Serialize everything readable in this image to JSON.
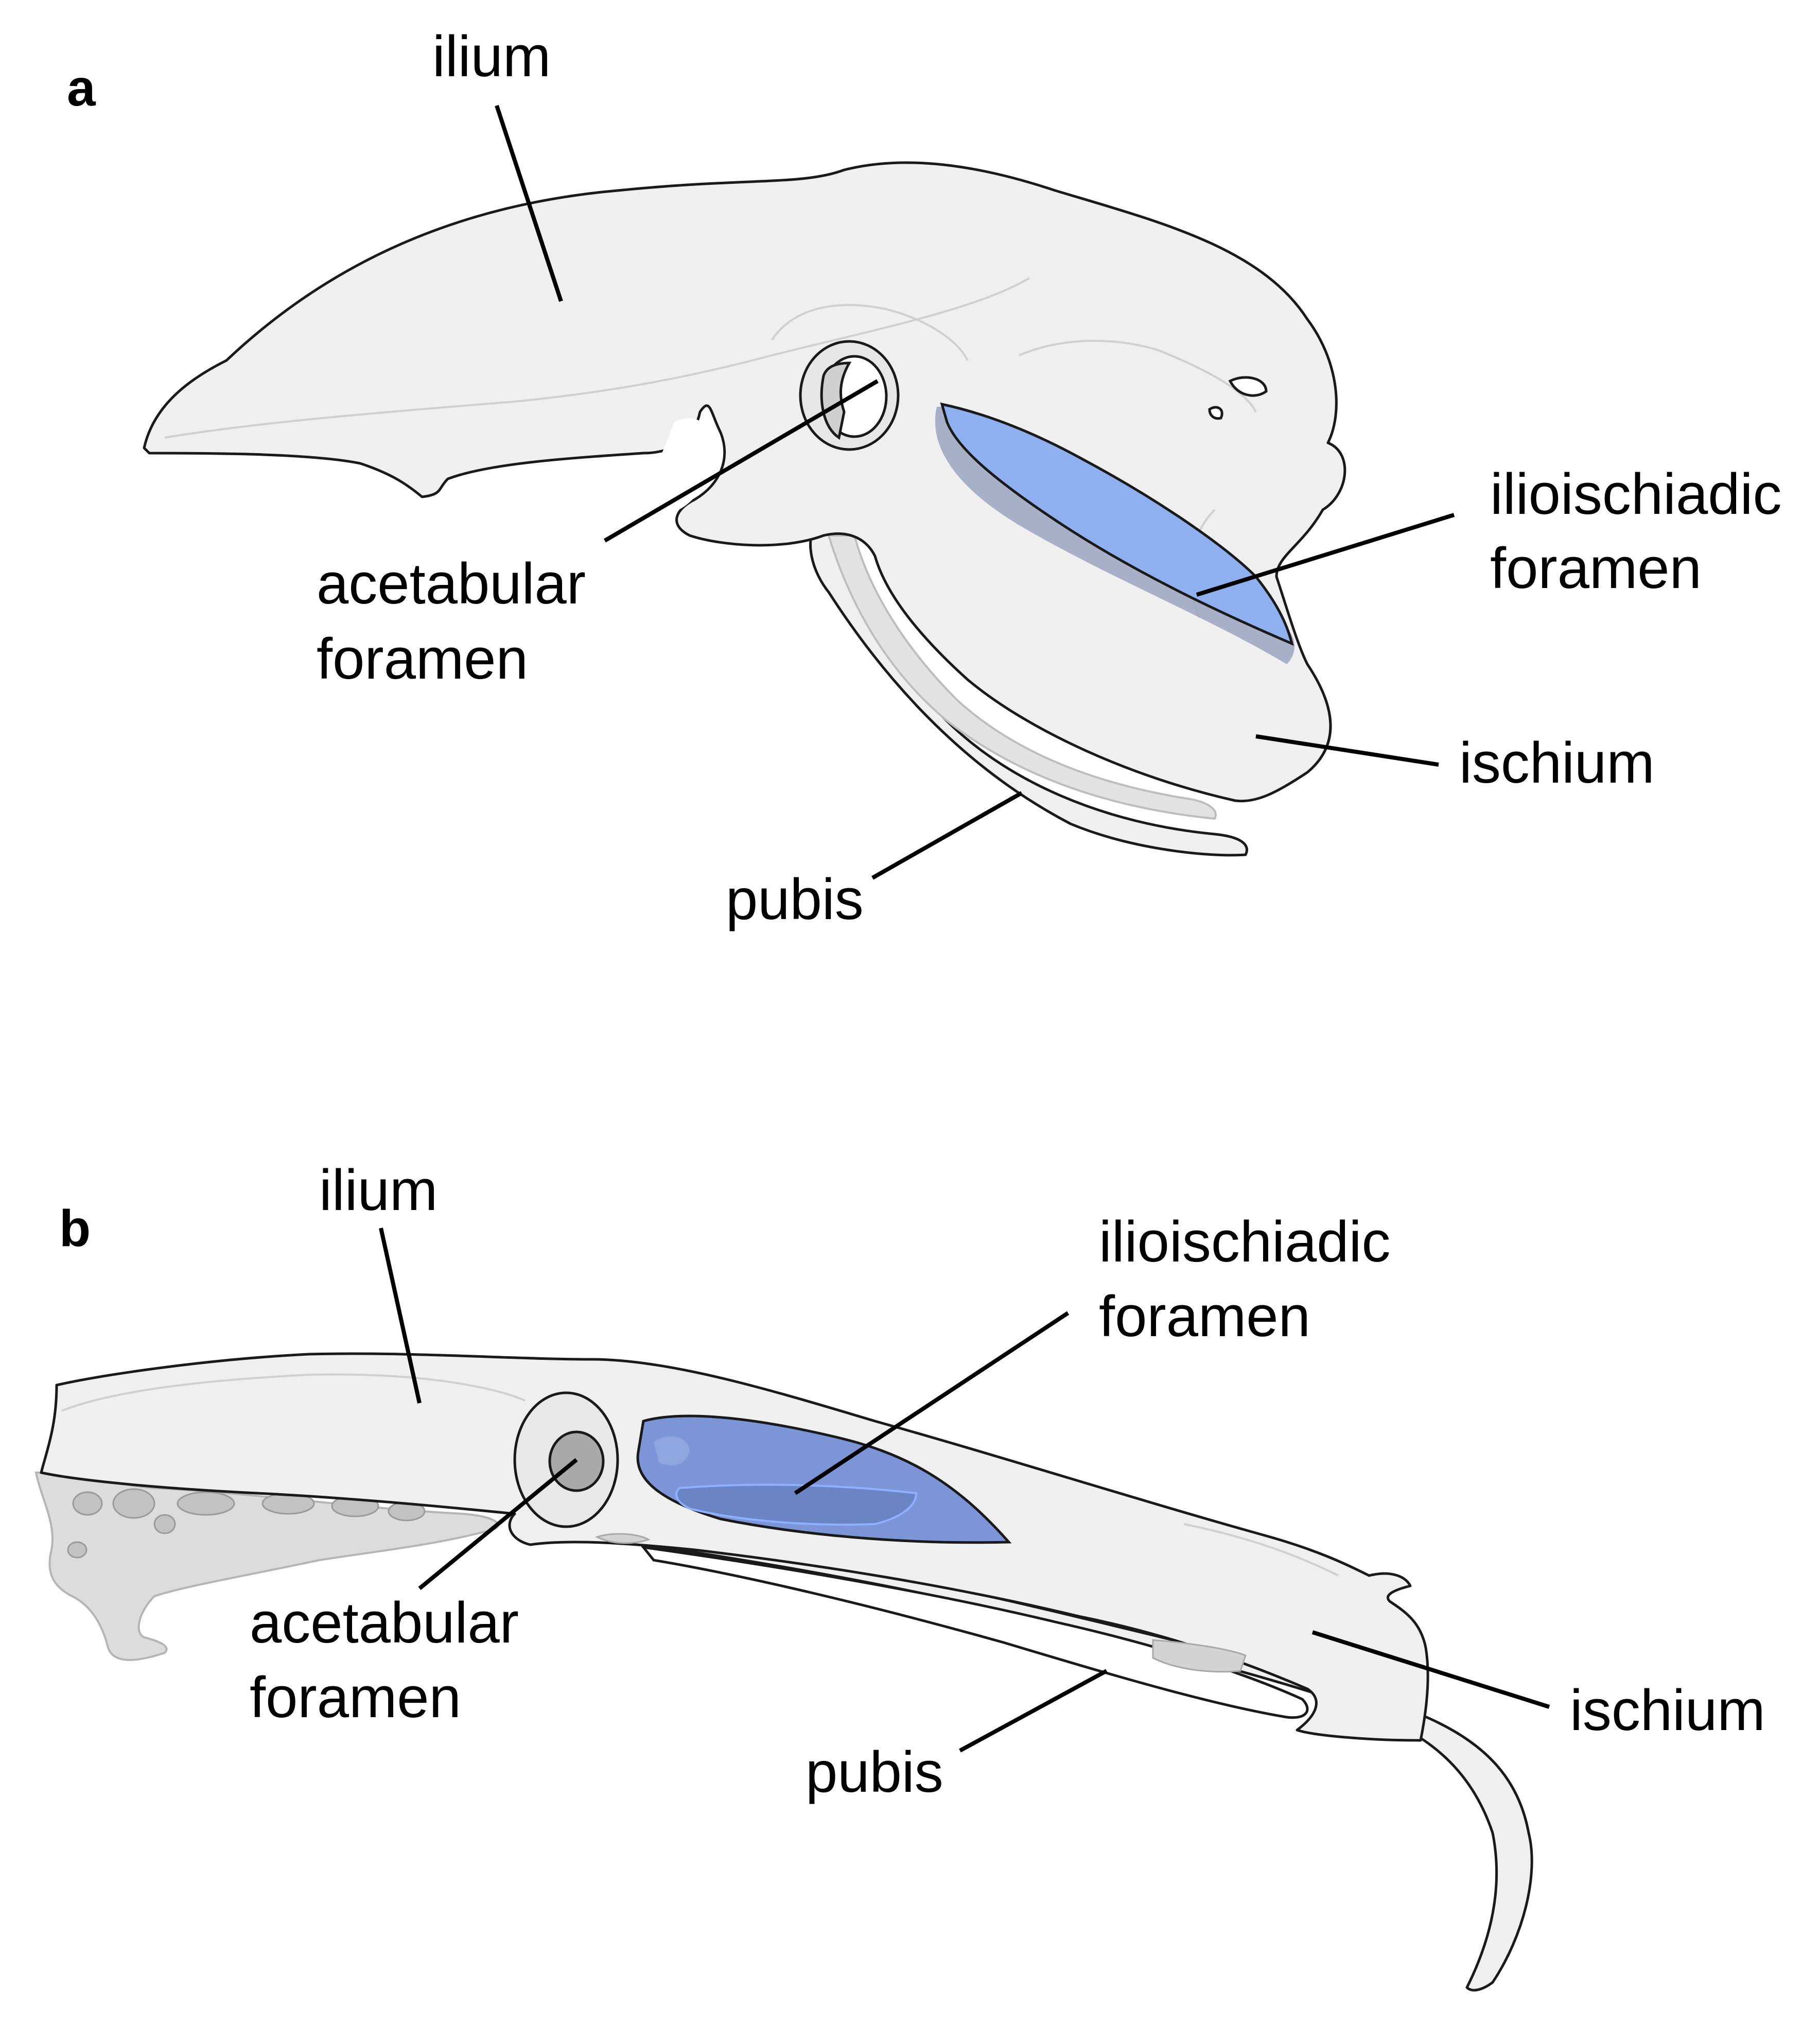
{
  "panels": [
    {
      "letter": "a",
      "labels": {
        "ilium": "ilium",
        "acetabular_line1": "acetabular",
        "acetabular_line2": "foramen",
        "ilioischiadic_line1": "ilioischiadic",
        "ilioischiadic_line2": "foramen",
        "ischium": "ischium",
        "pubis": "pubis"
      },
      "colors": {
        "foramen_highlight": "#8fb0ee",
        "bone_fill": "#efefef"
      }
    },
    {
      "letter": "b",
      "labels": {
        "ilium": "ilium",
        "acetabular_line1": "acetabular",
        "acetabular_line2": "foramen",
        "ilioischiadic_line1": "ilioischiadic",
        "ilioischiadic_line2": "foramen",
        "ischium": "ischium",
        "pubis": "pubis"
      },
      "colors": {
        "foramen_highlight": "#7b95d6",
        "bone_fill": "#efefef"
      }
    }
  ]
}
